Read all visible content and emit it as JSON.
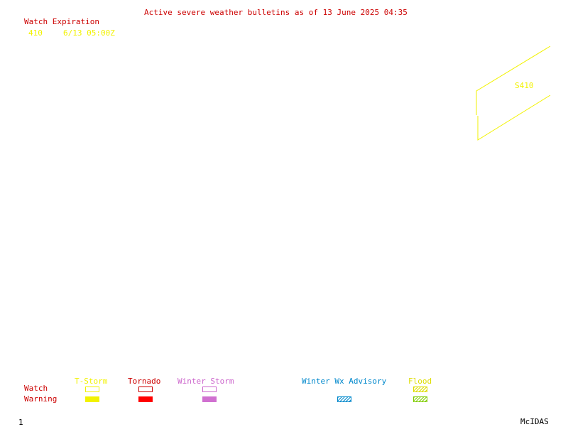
{
  "header": {
    "title": "Active severe weather bulletins as of 13 June 2025 04:35"
  },
  "watch_expiration": {
    "label": "Watch Expiration",
    "entries": [
      {
        "id": "410",
        "expires": "6/13 05:00Z"
      }
    ]
  },
  "map": {
    "watch_label": "S410",
    "watch_color": "#f2f200"
  },
  "legend": {
    "row_watch": "Watch",
    "row_warning": "Warning",
    "categories": [
      {
        "label": "T-Storm",
        "color": "#f2f200"
      },
      {
        "label": "Tornado",
        "color": "#ff0000"
      },
      {
        "label": "Winter Storm",
        "color": "#d070d0"
      },
      {
        "label": "Winter Wx Advisory",
        "color": "#0088cc"
      },
      {
        "label": "Flood",
        "color": "#80cc00"
      }
    ]
  },
  "footer": {
    "frame_number": "1",
    "brand": "McIDAS"
  }
}
